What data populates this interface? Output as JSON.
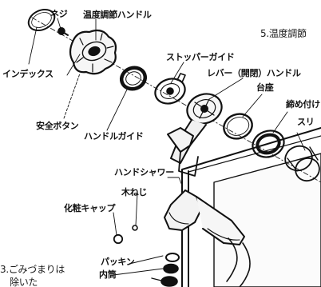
{
  "labels": {
    "screw": "ネジ",
    "temp_handle": "温度調節ハンドル",
    "step5": "5.温度調節",
    "index": "インデックス",
    "stopper_guide": "ストッパーガイド",
    "lever_handle": "レバー（開閉）ハンドル",
    "base": "台座",
    "fastening": "締め付け",
    "sleeve": "スリ",
    "safety_button": "安全ボタン",
    "handle_guide": "ハンドルガイド",
    "hand_shower": "ハンドシャワー",
    "wood_screw": "木ねじ",
    "cosmetic_cap": "化粧キャップ",
    "step3": "3.ごみづまりは",
    "step3_cont": "除いた",
    "packing": "パッキン",
    "inner_cylinder": "内筒"
  }
}
